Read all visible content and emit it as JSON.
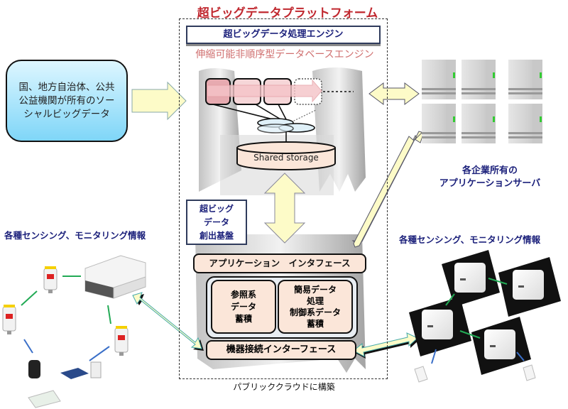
{
  "platform": {
    "title": "超ビッグデータプラットフォーム",
    "cloud_label": "パブリッククラウドに構築"
  },
  "engine": {
    "title": "超ビッグデータ処理エンジン",
    "subtitle": "伸縮可能非順序型データベースエンジン",
    "storage_label": "Shared storage"
  },
  "source": {
    "text": "国、地方自治体、公共公益機関が所有のソーシャルビッグデータ"
  },
  "servers": {
    "count": 6,
    "label_line1": "各企業所有の",
    "label_line2": "アプリケーションサーバ"
  },
  "creation_base": {
    "line1": "超ビッグ",
    "line2": "データ",
    "line3": "創出基盤"
  },
  "interfaces": {
    "application": "アプリケーション　インタフェース",
    "device": "機器接続インターフェース"
  },
  "storage_blocks": {
    "reference": [
      "参照系",
      "データ",
      "蓄積"
    ],
    "control": [
      "簡易データ",
      "処理",
      "制御系データ",
      "蓄積"
    ]
  },
  "sensing": {
    "left_label": "各種センシング、モニタリング情報",
    "right_label": "各種センシング、モニタリング情報"
  },
  "colors": {
    "title_red": "#c0282f",
    "navy_text": "#1a1f7a",
    "arrow_fill": "#fdfbc8",
    "box_peach": "#fbe6d9",
    "source_blue": "#7fd6f8",
    "link_green": "#22aa55",
    "link_blue": "#3a6fc8"
  }
}
